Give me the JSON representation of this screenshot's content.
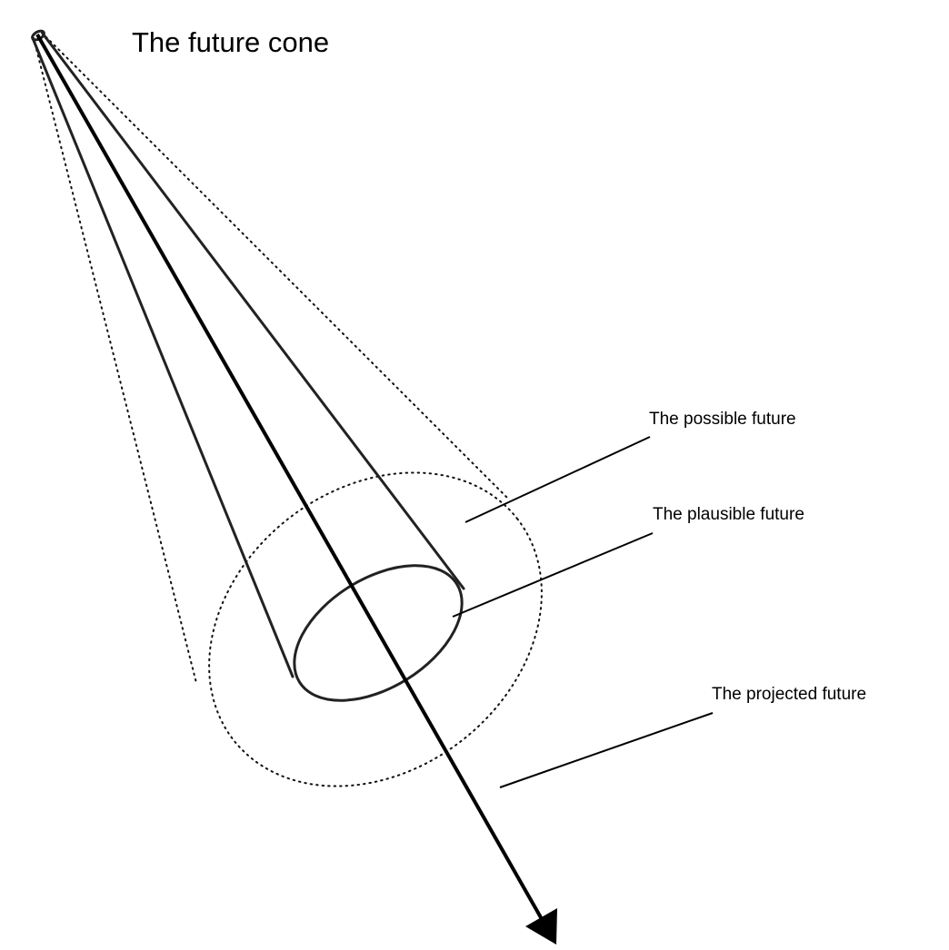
{
  "diagram": {
    "title": "The future cone",
    "labels": {
      "possible": "The possible future",
      "plausible": "The plausible future",
      "projected": "The projected future"
    }
  }
}
